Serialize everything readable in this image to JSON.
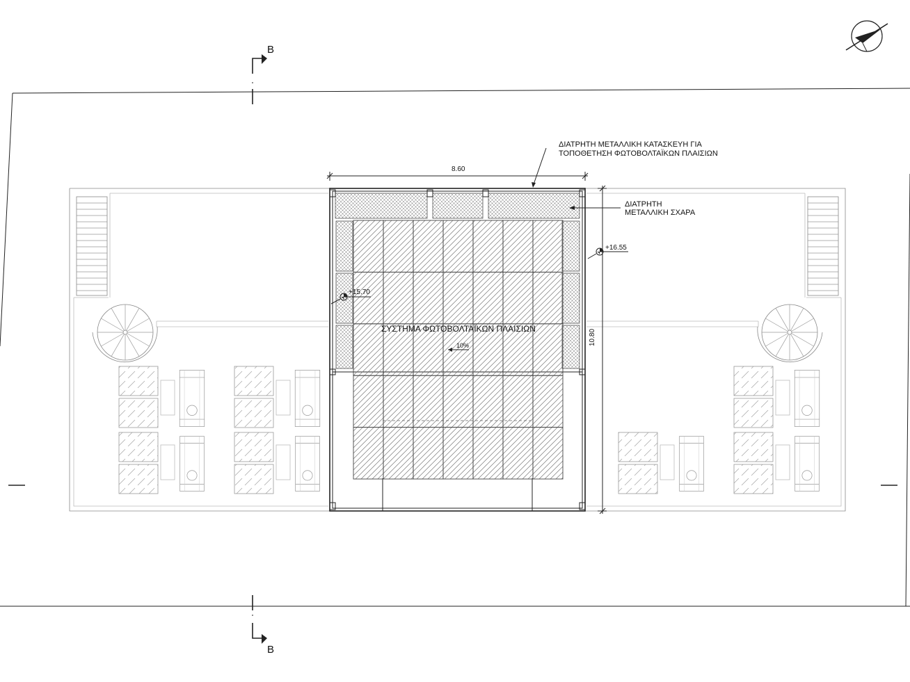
{
  "section_markers": {
    "top_label": "B",
    "bottom_label": "B"
  },
  "annotations": {
    "perforated_structure_line1": "ΔΙΑΤΡΗΤΗ ΜΕΤΑΛΛΙΚΗ ΚΑΤΑΣΚΕΥΗ ΓΙΑ",
    "perforated_structure_line2": "ΤΟΠΟΘΕΤΗΣΗ ΦΩΤΟΒΟΛΤΑΪΚΩΝ ΠΛΑΙΣΙΩΝ",
    "grating_line1": "ΔΙΑΤΡΗΤΗ",
    "grating_line2": "ΜΕΤΑΛΛΙΚΗ ΣΧΑΡΑ",
    "pv_system": "ΣΥΣΤΗΜΑ ΦΩΤΟΒΟΛΤΑΪΚΩΝ ΠΛΑΙΣΙΩΝ",
    "slope": "10%"
  },
  "dimensions": {
    "width": "8.60",
    "height": "10.80"
  },
  "levels": {
    "upper": "+16.55",
    "lower": "+15.70"
  },
  "north_icon": "north-arrow-icon",
  "colors": {
    "line": "#222222",
    "light_line": "#888888",
    "background": "#ffffff"
  }
}
